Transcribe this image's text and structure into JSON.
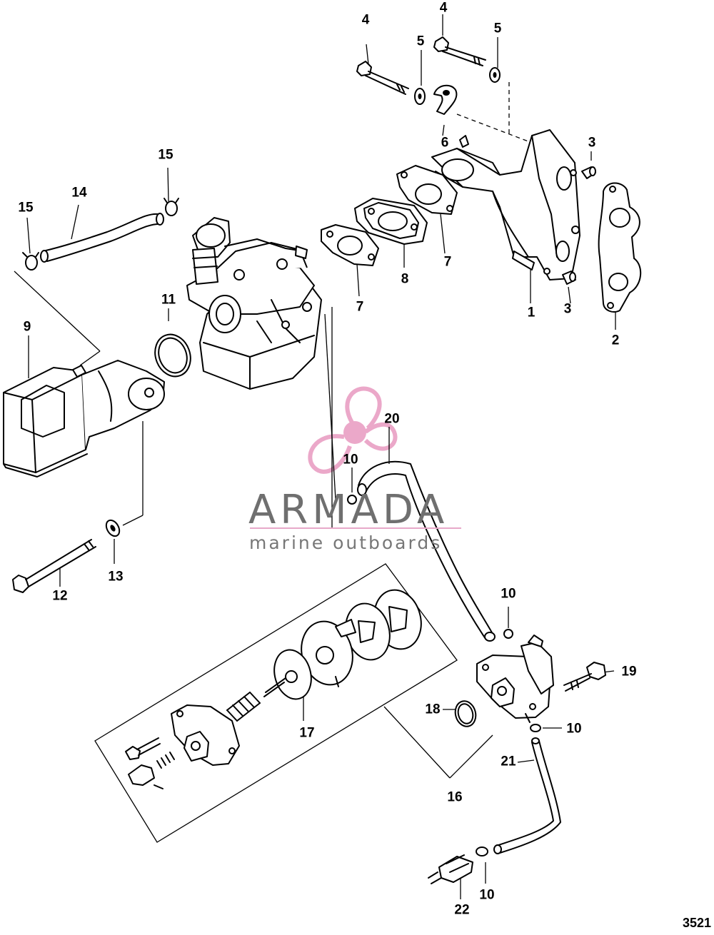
{
  "figure_number": "3521",
  "watermark": {
    "brand": "ARMADA",
    "tagline": "marine outboards",
    "logo_color": "#e89ac0"
  },
  "callouts": [
    {
      "id": "c1",
      "text": "1"
    },
    {
      "id": "c2",
      "text": "2"
    },
    {
      "id": "c3a",
      "text": "3"
    },
    {
      "id": "c3b",
      "text": "3"
    },
    {
      "id": "c4a",
      "text": "4"
    },
    {
      "id": "c4b",
      "text": "4"
    },
    {
      "id": "c5a",
      "text": "5"
    },
    {
      "id": "c5b",
      "text": "5"
    },
    {
      "id": "c6",
      "text": "6"
    },
    {
      "id": "c7a",
      "text": "7"
    },
    {
      "id": "c7b",
      "text": "7"
    },
    {
      "id": "c8",
      "text": "8"
    },
    {
      "id": "c9",
      "text": "9"
    },
    {
      "id": "c10a",
      "text": "10"
    },
    {
      "id": "c10b",
      "text": "10"
    },
    {
      "id": "c10c",
      "text": "10"
    },
    {
      "id": "c10d",
      "text": "10"
    },
    {
      "id": "c11",
      "text": "11"
    },
    {
      "id": "c12",
      "text": "12"
    },
    {
      "id": "c13",
      "text": "13"
    },
    {
      "id": "c14",
      "text": "14"
    },
    {
      "id": "c15a",
      "text": "15"
    },
    {
      "id": "c15b",
      "text": "15"
    },
    {
      "id": "c16",
      "text": "16"
    },
    {
      "id": "c17",
      "text": "17"
    },
    {
      "id": "c18",
      "text": "18"
    },
    {
      "id": "c19",
      "text": "19"
    },
    {
      "id": "c20",
      "text": "20"
    },
    {
      "id": "c21",
      "text": "21"
    },
    {
      "id": "c22",
      "text": "22"
    }
  ]
}
